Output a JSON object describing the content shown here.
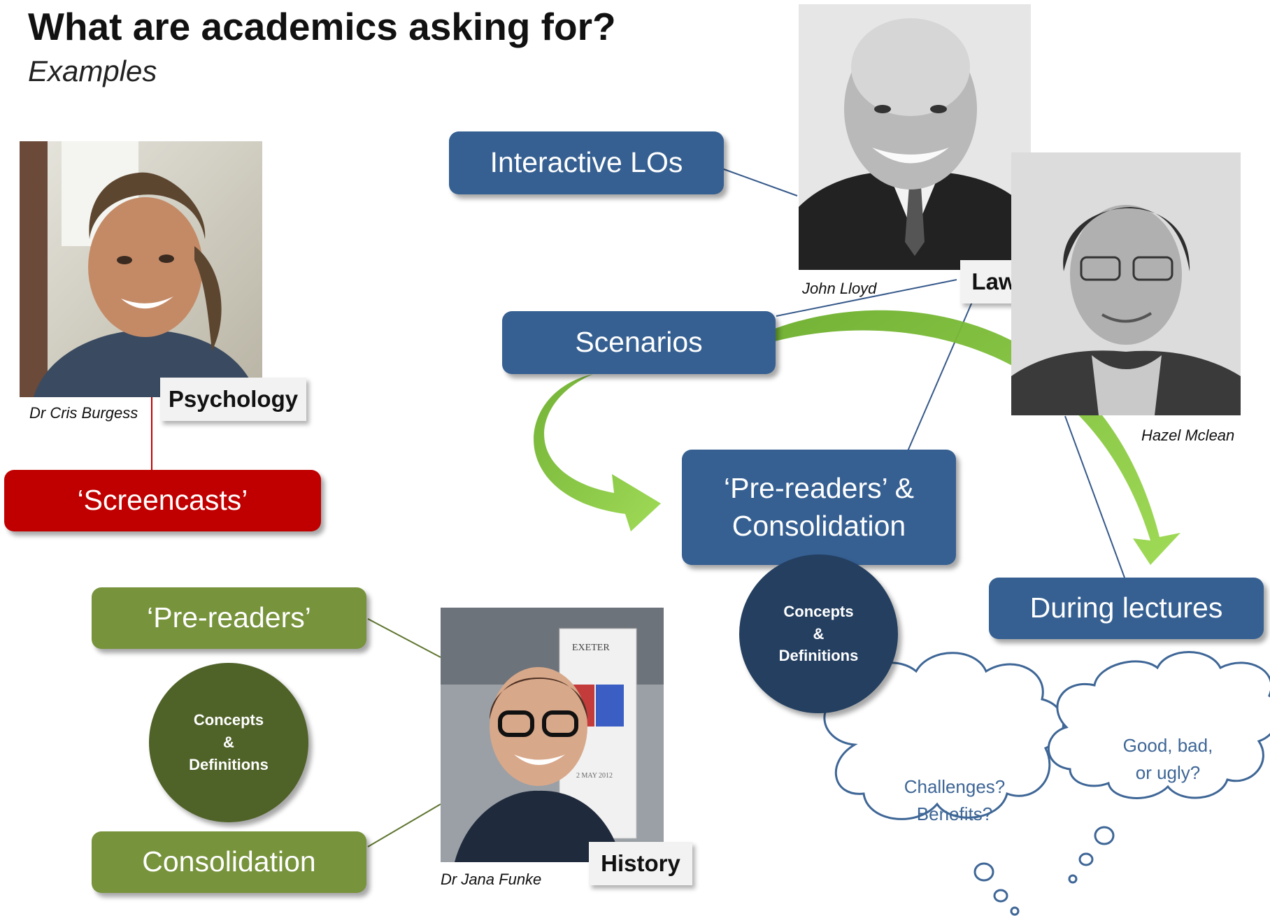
{
  "heading": {
    "title": "What are academics asking for?",
    "subtitle": "Examples"
  },
  "people": {
    "psychology": {
      "caption": "Dr Cris Burgess",
      "dept": "Psychology"
    },
    "law": {
      "caption": "John Lloyd",
      "dept": "Law"
    },
    "law2": {
      "caption": "Hazel Mclean"
    },
    "history": {
      "caption": "Dr Jana Funke",
      "dept": "History"
    }
  },
  "boxes": {
    "screencasts": "‘Screencasts’",
    "interactive": "Interactive LOs",
    "scenarios": "Scenarios",
    "prereaders_consolidation": [
      "‘Pre-readers’ &",
      "Consolidation"
    ],
    "during_lectures": "During lectures",
    "prereaders": "‘Pre-readers’",
    "consolidation": "Consolidation"
  },
  "circles": {
    "law": [
      "Concepts",
      "&",
      "Definitions"
    ],
    "history": [
      "Concepts",
      "&",
      "Definitions"
    ]
  },
  "clouds": {
    "left": [
      "Challenges?",
      "Benefits?"
    ],
    "right": [
      "Good, bad,",
      "or ugly?"
    ]
  },
  "photo_text": {
    "banner": "EXETER",
    "date": "2 MAY 2012"
  },
  "colors": {
    "blue_box": "#366092",
    "red_box": "#c00000",
    "green_box": "#77933c",
    "navy_circle": "#243f60",
    "olive_circle": "#4f6228",
    "arrow": "#92d050",
    "cloud_stroke": "#3e6696"
  }
}
